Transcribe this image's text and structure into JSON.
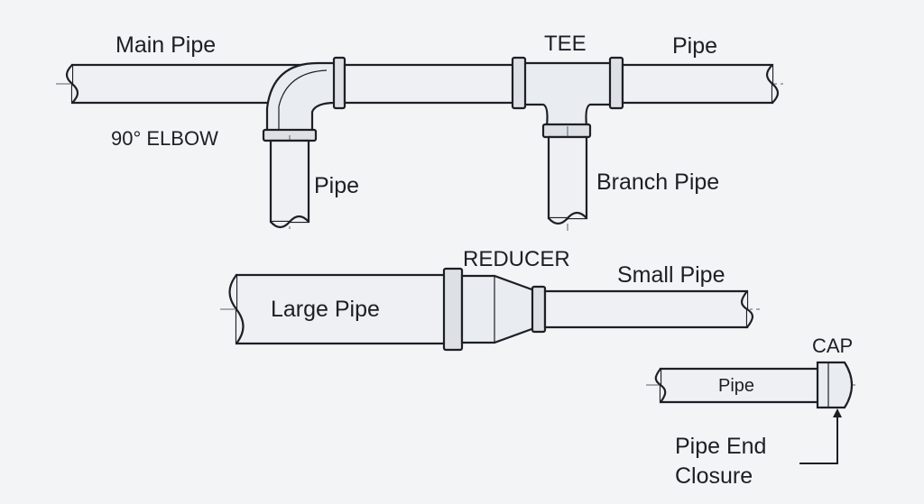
{
  "labels": {
    "main_pipe": "Main Pipe",
    "tee": "TEE",
    "pipe_top_right": "Pipe",
    "elbow": "90° ELBOW",
    "pipe_under_elbow": "Pipe",
    "branch_pipe": "Branch Pipe",
    "reducer": "REDUCER",
    "small_pipe": "Small Pipe",
    "large_pipe": "Large Pipe",
    "cap": "CAP",
    "pipe_with_cap": "Pipe",
    "pipe_end_closure_line1": "Pipe End",
    "pipe_end_closure_line2": "Closure"
  },
  "colors": {
    "background": "#f3f4f6",
    "outline": "#1c1f24",
    "pipe_fill": "#eef0f3",
    "fitting_fill": "#e9ecf0",
    "band_fill": "#dde1e6"
  }
}
